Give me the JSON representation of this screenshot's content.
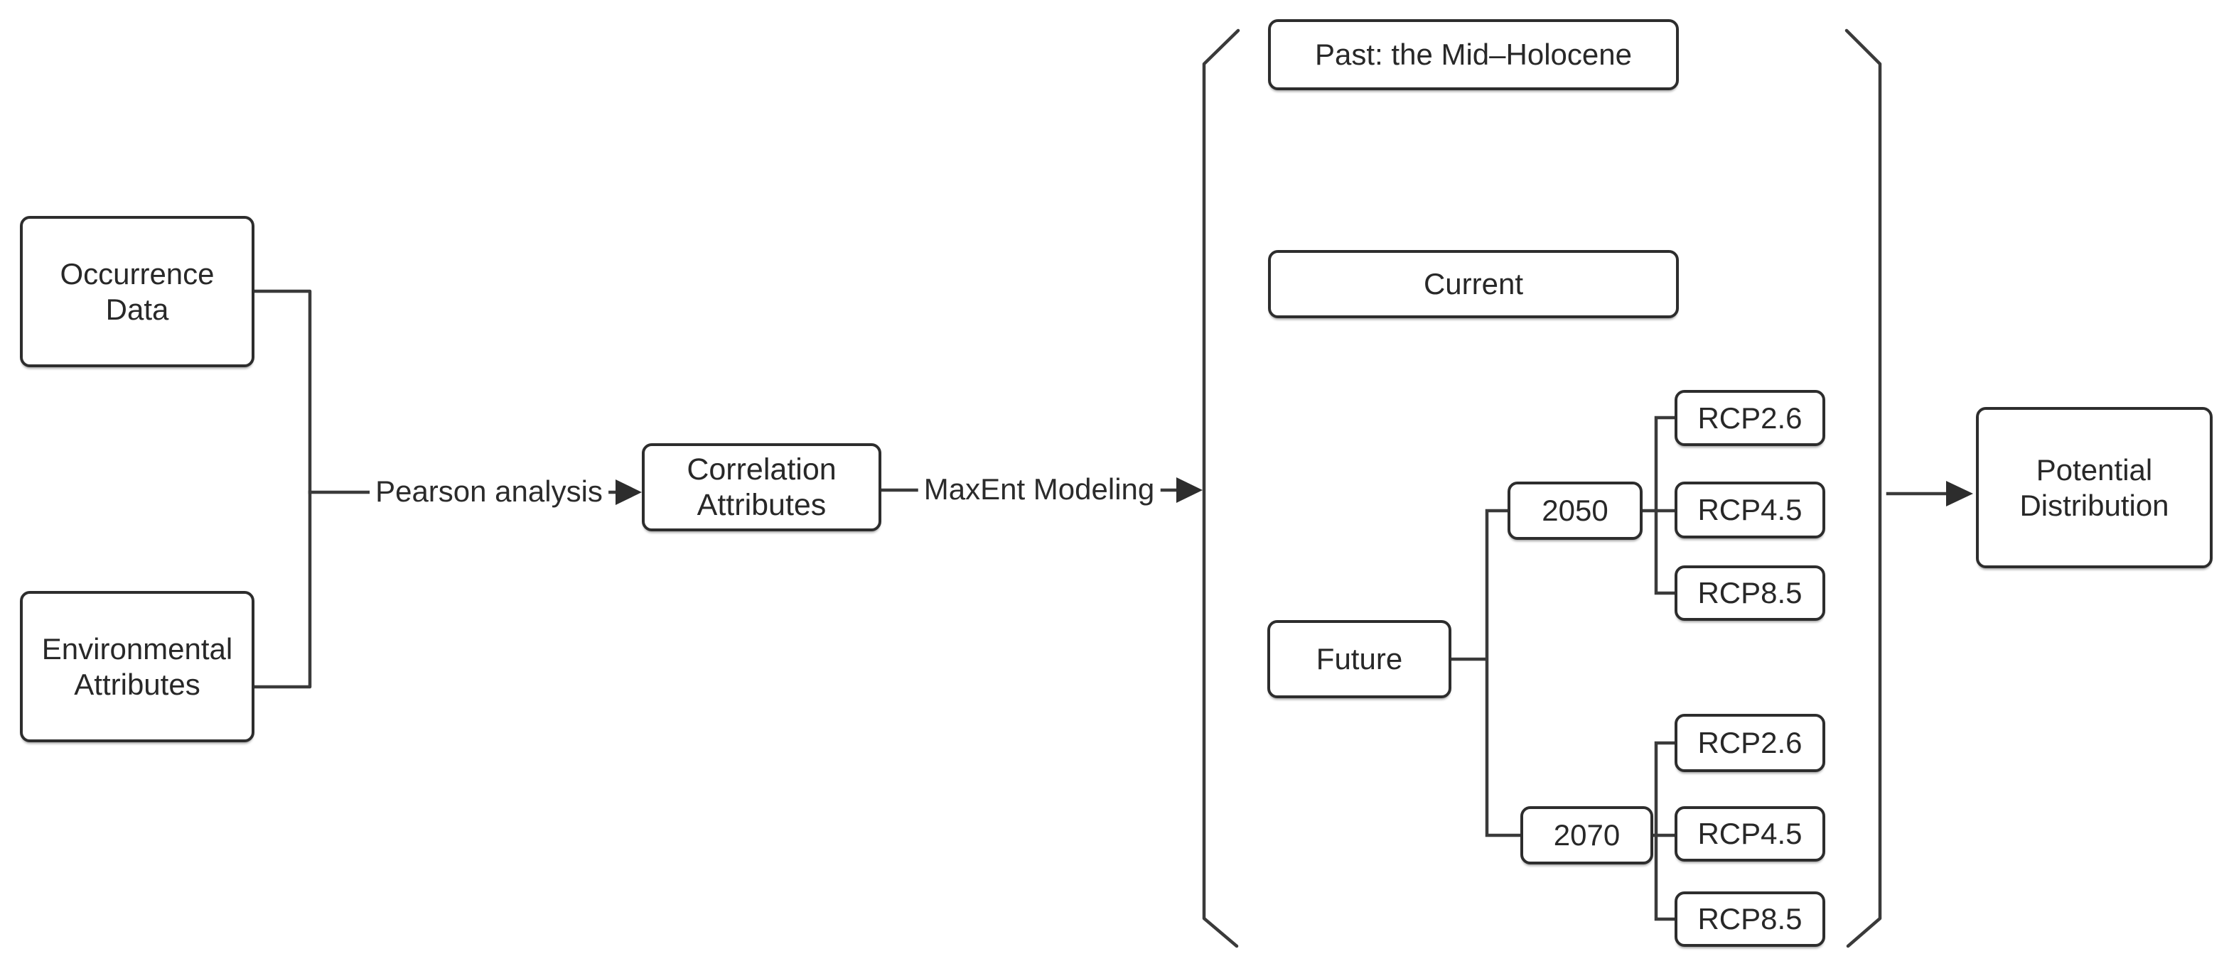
{
  "colors": {
    "background": "#ffffff",
    "box_border": "#2d2d2d",
    "connector": "#3a3a3a",
    "text": "#282828"
  },
  "nodes": {
    "occurrence": "Occurrence Data",
    "environmental": "Environmental Attributes",
    "correlation": "Correlation Attributes",
    "past": "Past: the Mid–Holocene",
    "current": "Current",
    "future": "Future",
    "year_2050": "2050",
    "year_2070": "2070",
    "rcp_2050": [
      "RCP2.6",
      "RCP4.5",
      "RCP8.5"
    ],
    "rcp_2070": [
      "RCP2.6",
      "RCP4.5",
      "RCP8.5"
    ],
    "potential": "Potential Distribution"
  },
  "edges": {
    "pearson_label": "Pearson analysis",
    "maxent_label": "MaxEnt Modeling"
  }
}
